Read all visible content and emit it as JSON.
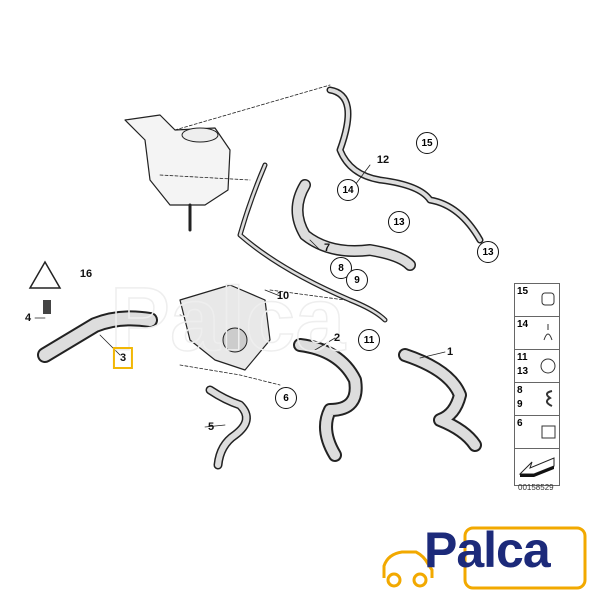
{
  "diagram": {
    "labels": {
      "p1": "1",
      "p2": "2",
      "p3": "3",
      "p4": "4",
      "p5": "5",
      "p7": "7",
      "p10": "10",
      "p12": "12",
      "p16": "16"
    },
    "circled": {
      "c15": "15",
      "c14": "14",
      "c13a": "13",
      "c13b": "13",
      "c8": "8",
      "c9": "9",
      "c11": "11",
      "c6": "6"
    },
    "legend": [
      {
        "nums": "15"
      },
      {
        "nums": "14"
      },
      {
        "nums": "11\n13"
      },
      {
        "nums": "8\n9"
      },
      {
        "nums": "6"
      },
      {
        "nums": ""
      }
    ],
    "part_number": "00158529"
  },
  "brand": {
    "name": "Palca",
    "colors": {
      "text": "#1c2a7a",
      "frame": "#f2a900"
    }
  }
}
